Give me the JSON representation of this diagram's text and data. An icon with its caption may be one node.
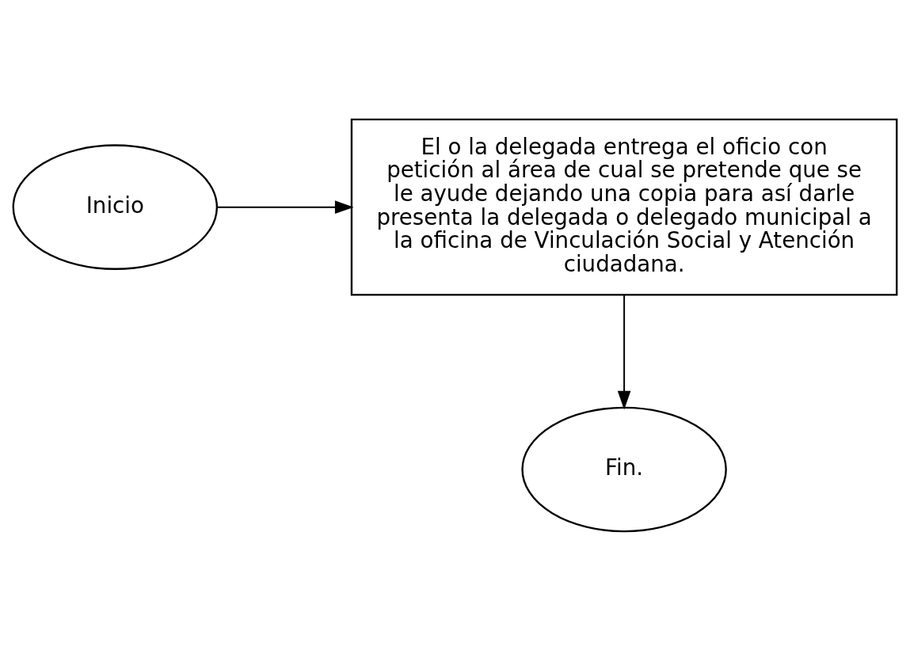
{
  "diagram": {
    "nodes": [
      {
        "text": [
          "Inicio"
        ]
      },
      {
        "text": [
          "El o la delegada entrega el oficio con petición al área de cual se pretende que se le ayude dejando una copia para así darle presenta la delegada o delegado municipal a la oficina de Vinculación Social y Atención ciudadana."
        ]
      },
      {
        "text": [
          "Fin."
        ]
      }
    ],
    "edges": [
      {
        "from": 0,
        "to": 1,
        "arrow": "to"
      },
      {
        "from": 1,
        "to": 2,
        "arrow": "to"
      }
    ]
  }
}
